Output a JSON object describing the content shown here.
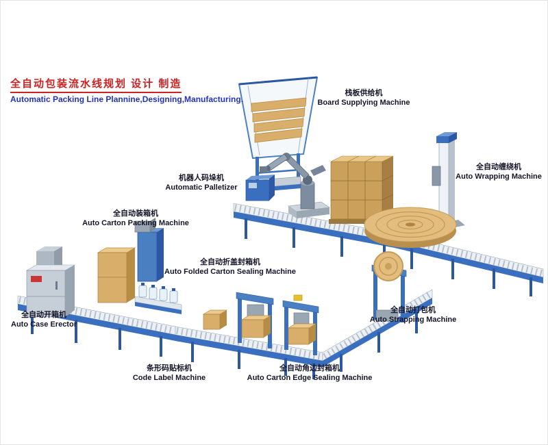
{
  "title": {
    "zh": "全自动包装流水线规划 设计 制造",
    "en": "Automatic Packing Line Plannine,Designing,Manufacturing."
  },
  "machines": [
    {
      "zh": "栈板供给机",
      "en": "Board Supplying Machine"
    },
    {
      "zh": "全自动缠绕机",
      "en": "Auto Wrapping Machine"
    },
    {
      "zh": "机器人码垛机",
      "en": "Automatic Palletizer"
    },
    {
      "zh": "全自动装箱机",
      "en": "Auto Carton Packing Machine"
    },
    {
      "zh": "全自动折盖封箱机",
      "en": "Auto Folded Carton Sealing Machine"
    },
    {
      "zh": "全自动开箱机",
      "en": "Auto Case Erector"
    },
    {
      "zh": "全自动打包机",
      "en": "Auto Strapping Machine"
    },
    {
      "zh": "条形码贴标机",
      "en": "Code Label Machine"
    },
    {
      "zh": "全自动角边封箱机",
      "en": "Auto Carton Edge Sealing Machine"
    }
  ],
  "colors": {
    "title_zh": "#cc2222",
    "title_en": "#2233bb",
    "label_text": "#15152a",
    "conveyor_blue": "#3a6fc0",
    "conveyor_blue_dark": "#2b57a5",
    "carton_tan": "#d9ae6b",
    "carton_tan_light": "#ecc98c",
    "turntable_tan": "#e2bd7d",
    "machine_gray": "#b9c2cc"
  }
}
